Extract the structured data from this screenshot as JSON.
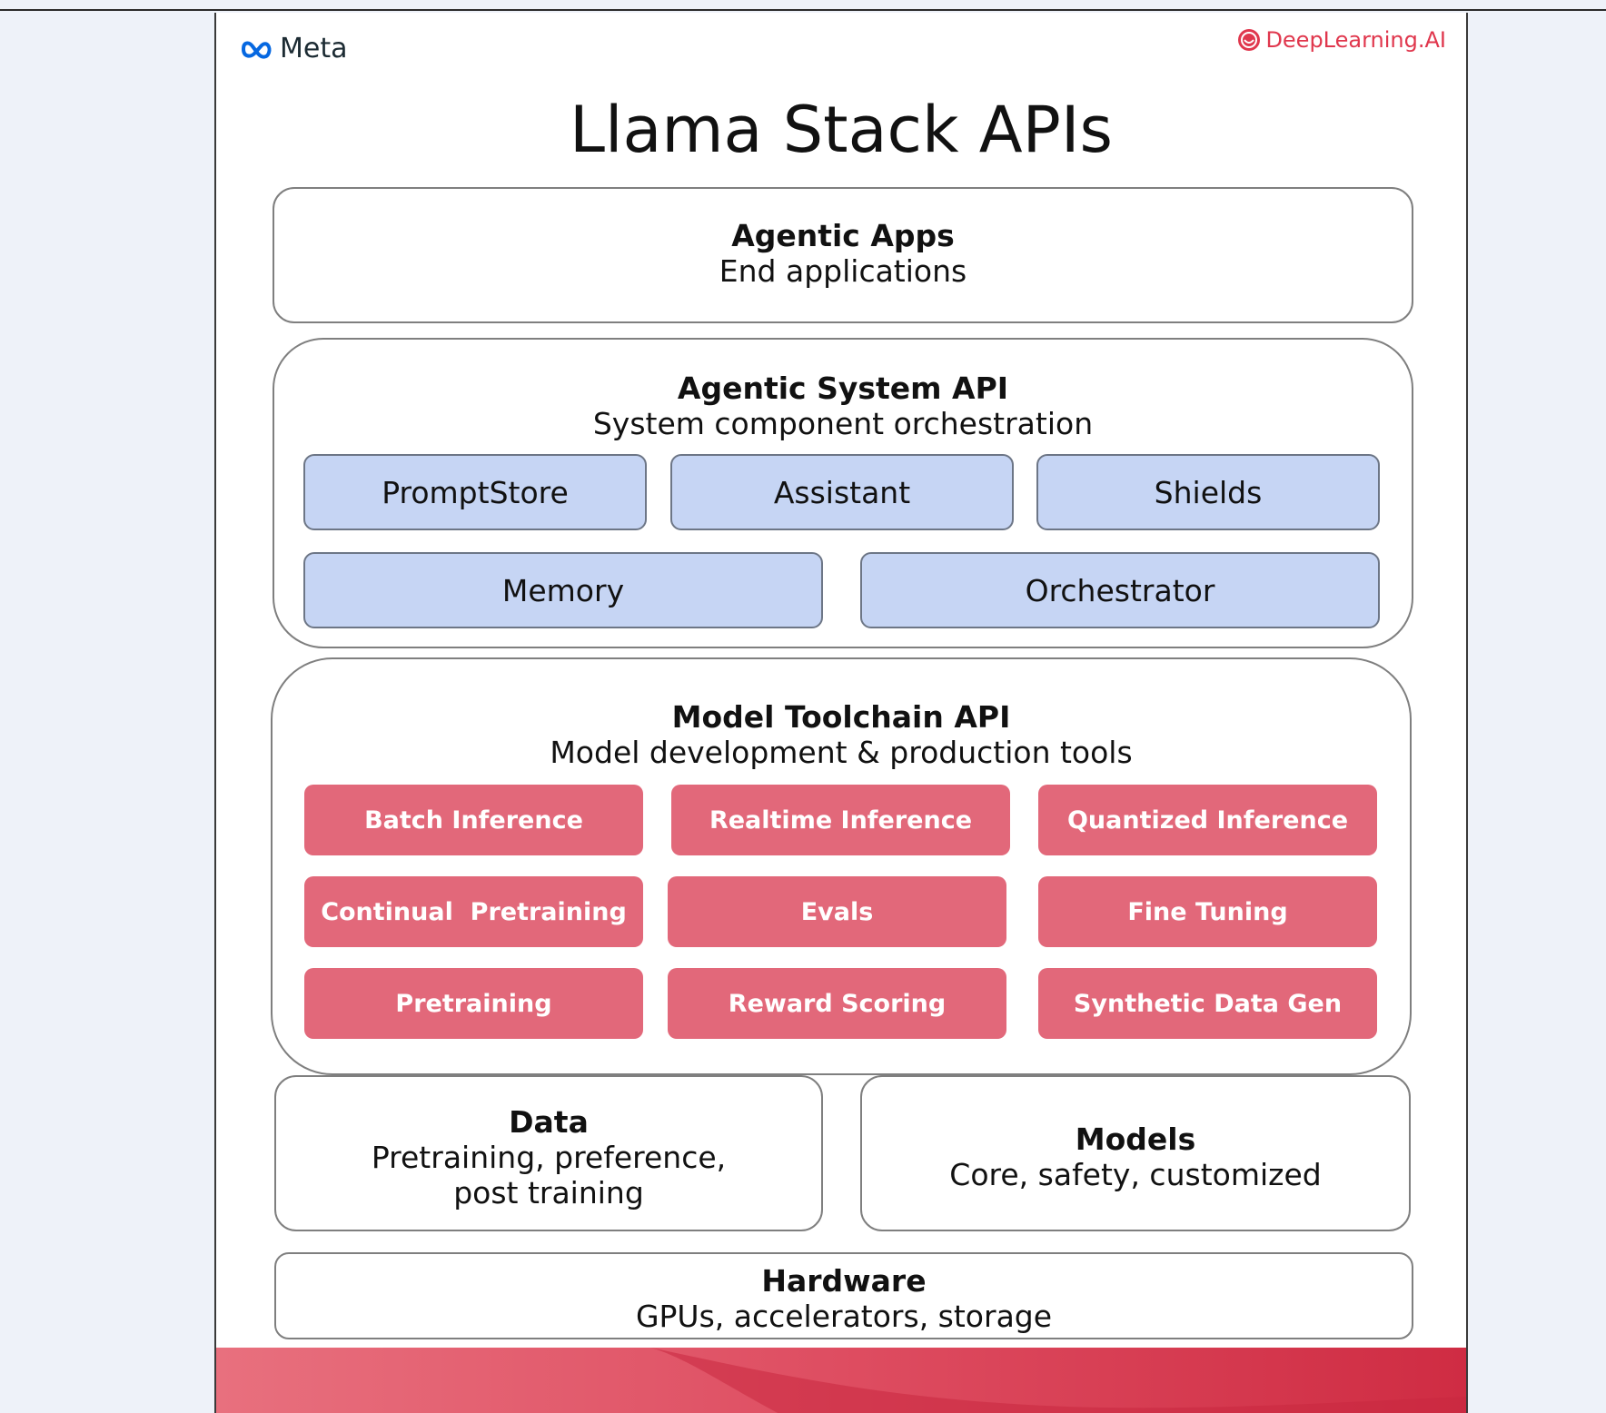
{
  "title": "Llama Stack APIs",
  "logos": {
    "meta": "Meta",
    "deeplearning": "DeepLearning.AI"
  },
  "agentic_apps": {
    "title": "Agentic Apps",
    "subtitle": "End applications"
  },
  "agentic_system": {
    "title": "Agentic System API",
    "subtitle": "System component orchestration",
    "components": [
      "PromptStore",
      "Assistant",
      "Shields",
      "Memory",
      "Orchestrator"
    ]
  },
  "model_toolchain": {
    "title": "Model Toolchain API",
    "subtitle": "Model development & production tools",
    "tools": [
      "Batch Inference",
      "Realtime Inference",
      "Quantized Inference",
      "Continual  Pretraining",
      "Evals",
      "Fine Tuning",
      "Pretraining",
      "Reward Scoring",
      "Synthetic Data Gen"
    ]
  },
  "data": {
    "title": "Data",
    "subtitle_line1": "Pretraining, preference,",
    "subtitle_line2": "post training"
  },
  "models": {
    "title": "Models",
    "subtitle": "Core, safety, customized"
  },
  "hardware": {
    "title": "Hardware",
    "subtitle": "GPUs, accelerators, storage"
  },
  "colors": {
    "component_blue": "#c6d5f4",
    "tool_red": "#e2687a",
    "footer_red": "#d8344a"
  }
}
